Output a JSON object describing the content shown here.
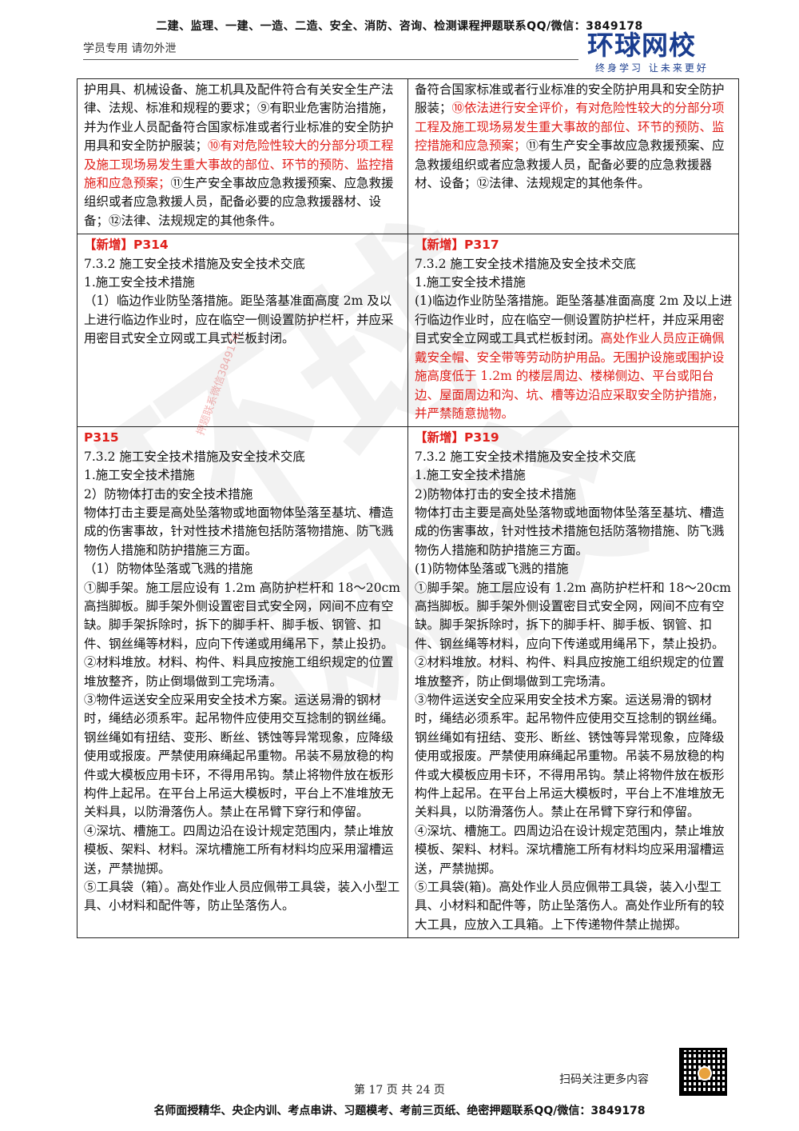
{
  "header": {
    "top_banner": "二建、监理、一建、一造、二造、安全、消防、咨询、检测课程押题联系QQ/微信：3849178",
    "left_note": "学员专用 请勿外泄",
    "logo_main": "环球网校",
    "logo_sub": "终身学习 让未来更好"
  },
  "rows": [
    {
      "left": [
        {
          "t": "护用具、机械设备、施工机具及配件符合有关安全生产法律、法规、标准和规程的要求；⑨有职业危害防治措施，并为作业人员配备符合国家标准或者行业标准的安全防护用具和安全防护服装；"
        },
        {
          "t": "⑩有对危险性较大的分部分项工程及施工现场易发生重大事故的部位、环节的预防、监控措施和应急预案；",
          "hl": true
        },
        {
          "t": "⑪生产安全事故应急救援预案、应急救援组织或者应急救援人员，配备必要的应急救援器材、设备；⑫法律、法规规定的其他条件。"
        }
      ],
      "right": [
        {
          "t": "备符合国家标准或者行业标准的安全防护用具和安全防护服装；"
        },
        {
          "t": "⑩依法进行安全评价，有对危险性较大的分部分项工程及施工现场易发生重大事故的部位、环节的预防、监控措施和应急预案；",
          "hl": true
        },
        {
          "t": "⑪有生产安全事故应急救援预案、应急救援组织或者应急救援人员，配备必要的应急救援器材、设备；⑫法律、法规规定的其他条件。"
        }
      ]
    },
    {
      "left_tag": "【新增】P314",
      "right_tag": "【新增】P317",
      "left_lines": [
        "7.3.2 施工安全技术措施及安全技术交底",
        "1.施工安全技术措施",
        "（1）临边作业防坠落措施。距坠落基准面高度 2m 及以上进行临边作业时，应在临空一侧设置防护栏杆，并应采用密目式安全立网或工具式栏板封闭。"
      ],
      "right_lines": [
        "7.3.2 施工安全技术措施及安全技术交底",
        "1.施工安全技术措施"
      ],
      "right_mixed": [
        {
          "t": "(1)临边作业防坠落措施。距坠落基准面高度 2m 及以上进行临边作业时，应在临空一侧设置防护栏杆，并应采用密目式安全立网或工具式栏板封闭。"
        },
        {
          "t": "高处作业人员应正确佩戴安全帽、安全带等劳动防护用品。无围护设施或围护设施高度低于 1.2m 的楼层周边、楼梯侧边、平台或阳台边、屋面周边和沟、坑、槽等边沿应采取安全防护措施，并严禁随意抛物。",
          "hl": true
        }
      ]
    },
    {
      "left_tag": "P315",
      "right_tag": "【新增】P319",
      "left_lines": [
        "7.3.2 施工安全技术措施及安全技术交底",
        "1.施工安全技术措施",
        "2）防物体打击的安全技术措施",
        "物体打击主要是高处坠落物或地面物体坠落至基坑、槽造成的伤害事故，针对性技术措施包括防落物措施、防飞溅物伤人措施和防护措施三方面。",
        "（1）防物体坠落或飞溅的措施",
        "①脚手架。施工层应设有 1.2m 高防护栏杆和 18～20cm 高挡脚板。脚手架外侧设置密目式安全网，网间不应有空缺。脚手架拆除时，拆下的脚手杆、脚手板、钢管、扣件、钢丝绳等材料，应向下传递或用绳吊下，禁止投扔。",
        "②材料堆放。材料、构件、料具应按施工组织规定的位置堆放整齐，防止倒塌做到工完场清。",
        "③物件运送安全应采用安全技术方案。运送易滑的钢材时，绳结必须系牢。起吊物件应使用交互捻制的钢丝绳。钢丝绳如有扭结、变形、断丝、锈蚀等异常现象，应降级使用或报废。严禁使用麻绳起吊重物。吊装不易放稳的构件或大模板应用卡环，不得用吊钩。禁止将物件放在板形构件上起吊。在平台上吊运大模板时，平台上不准堆放无关料具，以防滑落伤人。禁止在吊臂下穿行和停留。",
        "④深坑、槽施工。四周边沿在设计规定范围内，禁止堆放模板、架料、材料。深坑槽施工所有材料均应采用溜槽运送，严禁抛掷。",
        "⑤工具袋（箱）。高处作业人员应佩带工具袋，装入小型工具、小材料和配件等，防止坠落伤人。"
      ],
      "right_lines": [
        "7.3.2 施工安全技术措施及安全技术交底",
        "1.施工安全技术措施",
        "2)防物体打击的安全技术措施",
        "物体打击主要是高处坠落物或地面物体坠落至基坑、槽造成的伤害事故，针对性技术措施包括防落物措施、防飞溅物伤人措施和防护措施三方面。",
        "(1)防物体坠落或飞溅的措施",
        "①脚手架。施工层应设有 1.2m 高防护栏杆和 18～20cm 高挡脚板。脚手架外侧设置密目式安全网，网间不应有空缺。脚手架拆除时，拆下的脚手杆、脚手板、钢管、扣件、钢丝绳等材料，应向下传递或用绳吊下，禁止投扔。",
        "②材料堆放。材料、构件、料具应按施工组织规定的位置堆放整齐，防止倒塌做到工完场清。",
        "③物件运送安全应采用安全技术方案。运送易滑的钢材时，绳结必须系牢。起吊物件应使用交互捻制的钢丝绳。钢丝绳如有扭结、变形、断丝、锈蚀等异常现象，应降级使用或报废。严禁使用麻绳起吊重物。吊装不易放稳的构件或大模板应用卡环，不得用吊钩。禁止将物件放在板形构件上起吊。在平台上吊运大模板时，平台上不准堆放无关料具，以防滑落伤人。禁止在吊臂下穿行和停留。",
        "④深坑、槽施工。四周边沿在设计规定范围内，禁止堆放模板、架料、材料。深坑槽施工所有材料均应采用溜槽运送，严禁抛掷。",
        "⑤工具袋(箱)。高处作业人员应佩带工具袋，装入小型工具、小材料和配件等，防止坠落伤人。高处作业所有的较大工具，应放入工具箱。上下传递物件禁止抛掷。"
      ]
    }
  ],
  "watermark": "环球网校",
  "stamp_text": "押题联系微信3849178",
  "footer": {
    "scan_text": "扫码关注更多内容",
    "page_text": "第 17 页 共 24 页",
    "bottom_banner": "名师面授精华、央企内训、考点串讲、习题模考、考前三页纸、绝密押题联系QQ/微信：3849178"
  },
  "colors": {
    "highlight": "#e0201b",
    "brand": "#1a3d8f"
  }
}
